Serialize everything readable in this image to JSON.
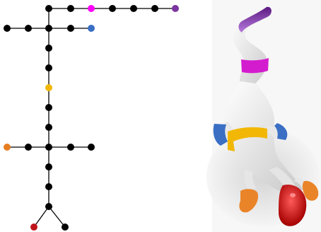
{
  "skeleton_graph": {
    "node_default_color": "#000000",
    "edge_color": "#000000",
    "nodes": [
      {
        "id": "n1",
        "color": "#000000"
      },
      {
        "id": "n2",
        "color": "#000000"
      },
      {
        "id": "n3",
        "color": "#ff00ff"
      },
      {
        "id": "n4",
        "color": "#000000"
      },
      {
        "id": "n5",
        "color": "#000000"
      },
      {
        "id": "n6",
        "color": "#000000"
      },
      {
        "id": "n7",
        "color": "#7b35a0"
      },
      {
        "id": "n8",
        "color": "#000000"
      },
      {
        "id": "n9",
        "color": "#000000"
      },
      {
        "id": "n10",
        "color": "#000000"
      },
      {
        "id": "n11",
        "color": "#000000"
      },
      {
        "id": "n12",
        "color": "#3a6fc4"
      },
      {
        "id": "n13",
        "color": "#000000"
      },
      {
        "id": "n14",
        "color": "#000000"
      },
      {
        "id": "n15",
        "color": "#f2b705"
      },
      {
        "id": "n16",
        "color": "#000000"
      },
      {
        "id": "n17",
        "color": "#000000"
      },
      {
        "id": "n18",
        "color": "#e67e22"
      },
      {
        "id": "n19",
        "color": "#000000"
      },
      {
        "id": "n20",
        "color": "#000000"
      },
      {
        "id": "n21",
        "color": "#000000"
      },
      {
        "id": "n22",
        "color": "#000000"
      },
      {
        "id": "n23",
        "color": "#000000"
      },
      {
        "id": "n24",
        "color": "#000000"
      },
      {
        "id": "n25",
        "color": "#000000"
      },
      {
        "id": "n26",
        "color": "#000000"
      },
      {
        "id": "n27",
        "color": "#c0141b"
      },
      {
        "id": "n28",
        "color": "#000000"
      }
    ],
    "edges": [
      [
        "n1",
        "n2"
      ],
      [
        "n2",
        "n3"
      ],
      [
        "n3",
        "n4"
      ],
      [
        "n4",
        "n5"
      ],
      [
        "n5",
        "n6"
      ],
      [
        "n6",
        "n7"
      ],
      [
        "n8",
        "n9"
      ],
      [
        "n9",
        "n10"
      ],
      [
        "n10",
        "n11"
      ],
      [
        "n11",
        "n12"
      ],
      [
        "n1",
        "n10"
      ],
      [
        "n10",
        "n13"
      ],
      [
        "n13",
        "n14"
      ],
      [
        "n14",
        "n15"
      ],
      [
        "n15",
        "n16"
      ],
      [
        "n16",
        "n17"
      ],
      [
        "n17",
        "n21"
      ],
      [
        "n18",
        "n19"
      ],
      [
        "n19",
        "n21"
      ],
      [
        "n21",
        "n20"
      ],
      [
        "n20",
        "n22"
      ],
      [
        "n21",
        "n23"
      ],
      [
        "n23",
        "n24"
      ],
      [
        "n24",
        "n25"
      ],
      [
        "n25",
        "n26"
      ],
      [
        "n26",
        "n27"
      ],
      [
        "n26",
        "n28"
      ]
    ]
  },
  "model_render": {
    "body_color": "#eeeeee",
    "shadow_color": "#d9d9d9",
    "segment_colors": {
      "tail_tip": "#7b35a0",
      "tail_band": "#d41ccf",
      "torso_band": "#f2b705",
      "front_feet": "#3a6fc4",
      "hind_feet": "#ea8428",
      "head": "#cc0f0f"
    }
  }
}
